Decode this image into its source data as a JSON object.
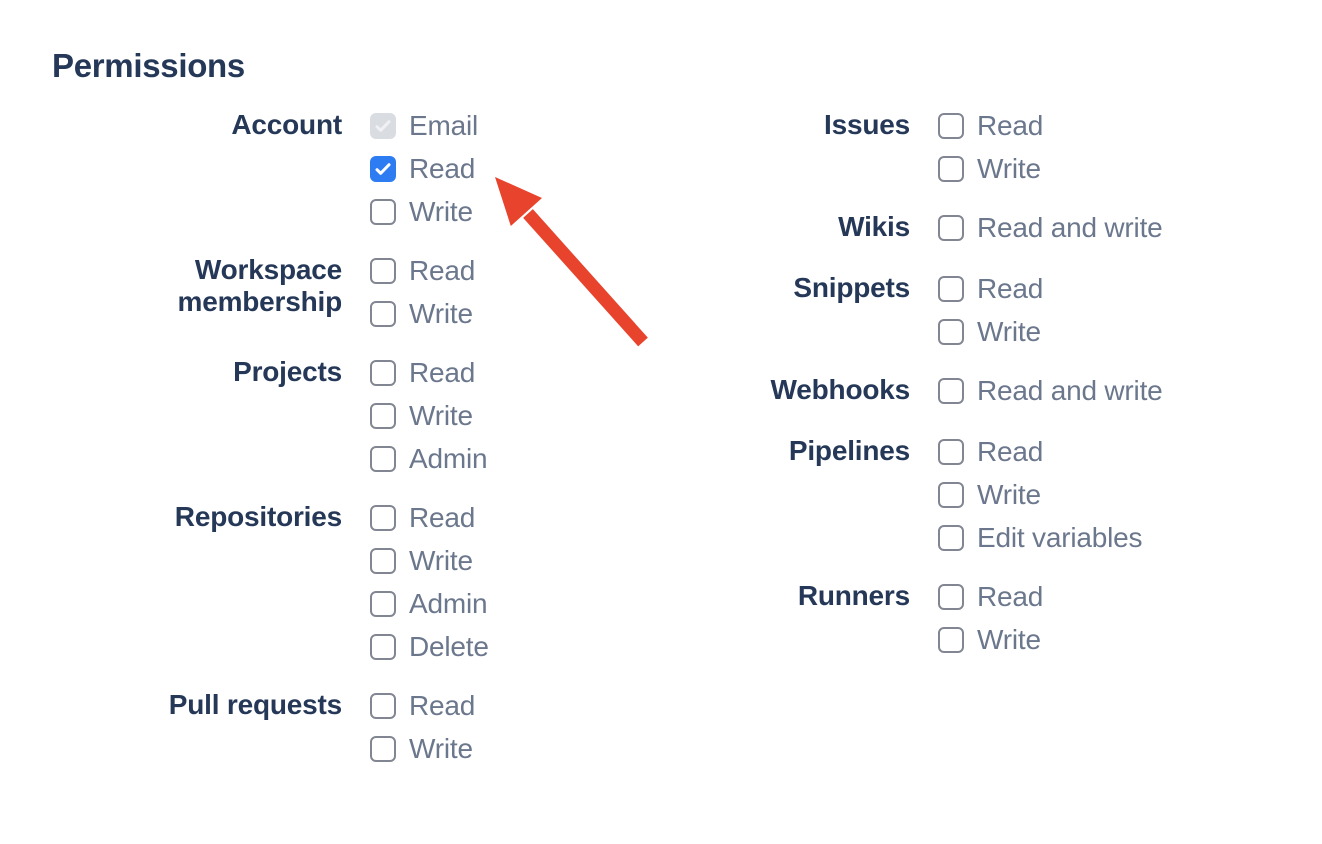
{
  "heading": "Permissions",
  "colors": {
    "navy": "#253858",
    "label_gray": "#6B778C",
    "checkbox_border": "#818692",
    "checkbox_checked_blue": "#2E7CF2",
    "checkbox_disabled_bg": "#D9DCE1",
    "checkbox_disabled_check": "#F0F1F4",
    "arrow_red": "#E8432C"
  },
  "columns": [
    {
      "name": "left",
      "groups": [
        {
          "label": "Account",
          "options": [
            {
              "label": "Email",
              "state": "checked-disabled"
            },
            {
              "label": "Read",
              "state": "checked"
            },
            {
              "label": "Write",
              "state": "unchecked"
            }
          ]
        },
        {
          "label": "Workspace membership",
          "options": [
            {
              "label": "Read",
              "state": "unchecked"
            },
            {
              "label": "Write",
              "state": "unchecked"
            }
          ]
        },
        {
          "label": "Projects",
          "options": [
            {
              "label": "Read",
              "state": "unchecked"
            },
            {
              "label": "Write",
              "state": "unchecked"
            },
            {
              "label": "Admin",
              "state": "unchecked"
            }
          ]
        },
        {
          "label": "Repositories",
          "options": [
            {
              "label": "Read",
              "state": "unchecked"
            },
            {
              "label": "Write",
              "state": "unchecked"
            },
            {
              "label": "Admin",
              "state": "unchecked"
            },
            {
              "label": "Delete",
              "state": "unchecked"
            }
          ]
        },
        {
          "label": "Pull requests",
          "options": [
            {
              "label": "Read",
              "state": "unchecked"
            },
            {
              "label": "Write",
              "state": "unchecked"
            }
          ]
        }
      ]
    },
    {
      "name": "right",
      "groups": [
        {
          "label": "Issues",
          "options": [
            {
              "label": "Read",
              "state": "unchecked"
            },
            {
              "label": "Write",
              "state": "unchecked"
            }
          ]
        },
        {
          "label": "Wikis",
          "options": [
            {
              "label": "Read and write",
              "state": "unchecked"
            }
          ]
        },
        {
          "label": "Snippets",
          "options": [
            {
              "label": "Read",
              "state": "unchecked"
            },
            {
              "label": "Write",
              "state": "unchecked"
            }
          ]
        },
        {
          "label": "Webhooks",
          "options": [
            {
              "label": "Read and write",
              "state": "unchecked"
            }
          ]
        },
        {
          "label": "Pipelines",
          "options": [
            {
              "label": "Read",
              "state": "unchecked"
            },
            {
              "label": "Write",
              "state": "unchecked"
            },
            {
              "label": "Edit variables",
              "state": "unchecked"
            }
          ]
        },
        {
          "label": "Runners",
          "options": [
            {
              "label": "Read",
              "state": "unchecked"
            },
            {
              "label": "Write",
              "state": "unchecked"
            }
          ]
        }
      ]
    }
  ],
  "annotation": {
    "arrow_color": "#E8432C"
  }
}
